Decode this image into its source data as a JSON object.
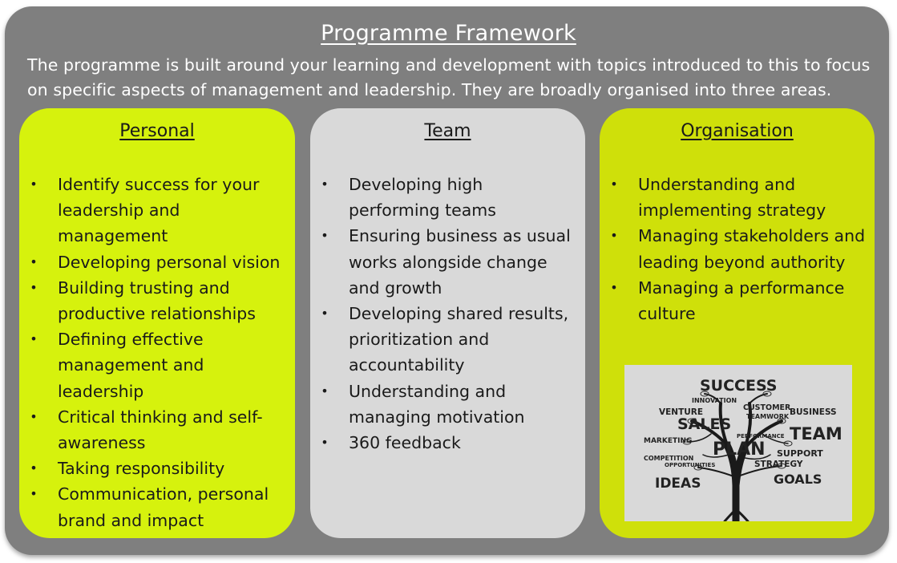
{
  "header": {
    "title": "Programme Framework",
    "intro": "The programme is built around your learning and development with topics introduced to this to focus on specific aspects of management and leadership.  They are broadly organised into three areas."
  },
  "areas": {
    "personal": {
      "title": "Personal",
      "items": [
        "Identify success for your leadership and management",
        "Developing personal vision",
        "Building trusting and productive relationships",
        "Defining effective management and leadership",
        "Critical thinking and self-awareness",
        "Taking responsibility",
        "Communication, personal brand and impact"
      ]
    },
    "team": {
      "title": "Team",
      "items": [
        "Developing high performing teams",
        "Ensuring business as usual works alongside change and growth",
        "Developing shared results, prioritization  and accountability",
        "Understanding and managing motivation",
        "360 feedback"
      ]
    },
    "organisation": {
      "title": "Organisation",
      "items": [
        "Understanding and implementing strategy",
        "Managing stakeholders and leading beyond authority",
        "Managing a performance culture"
      ]
    }
  },
  "wordcloud": {
    "success": "SUCCESS",
    "innovation": "INNOVATION",
    "customer": "CUSTOMER",
    "teamwork": "TEAMWORK",
    "venture": "VENTURE",
    "business": "BUSINESS",
    "sales": "SALES",
    "performance": "PERFORMANCE",
    "team": "TEAM",
    "marketing": "MARKETING",
    "plan": "PLAN",
    "support": "SUPPORT",
    "competition": "COMPETITION",
    "strategy": "STRATEGY",
    "opportunities": "OPPORTUNITIES",
    "ideas": "IDEAS",
    "goals": "GOALS"
  }
}
